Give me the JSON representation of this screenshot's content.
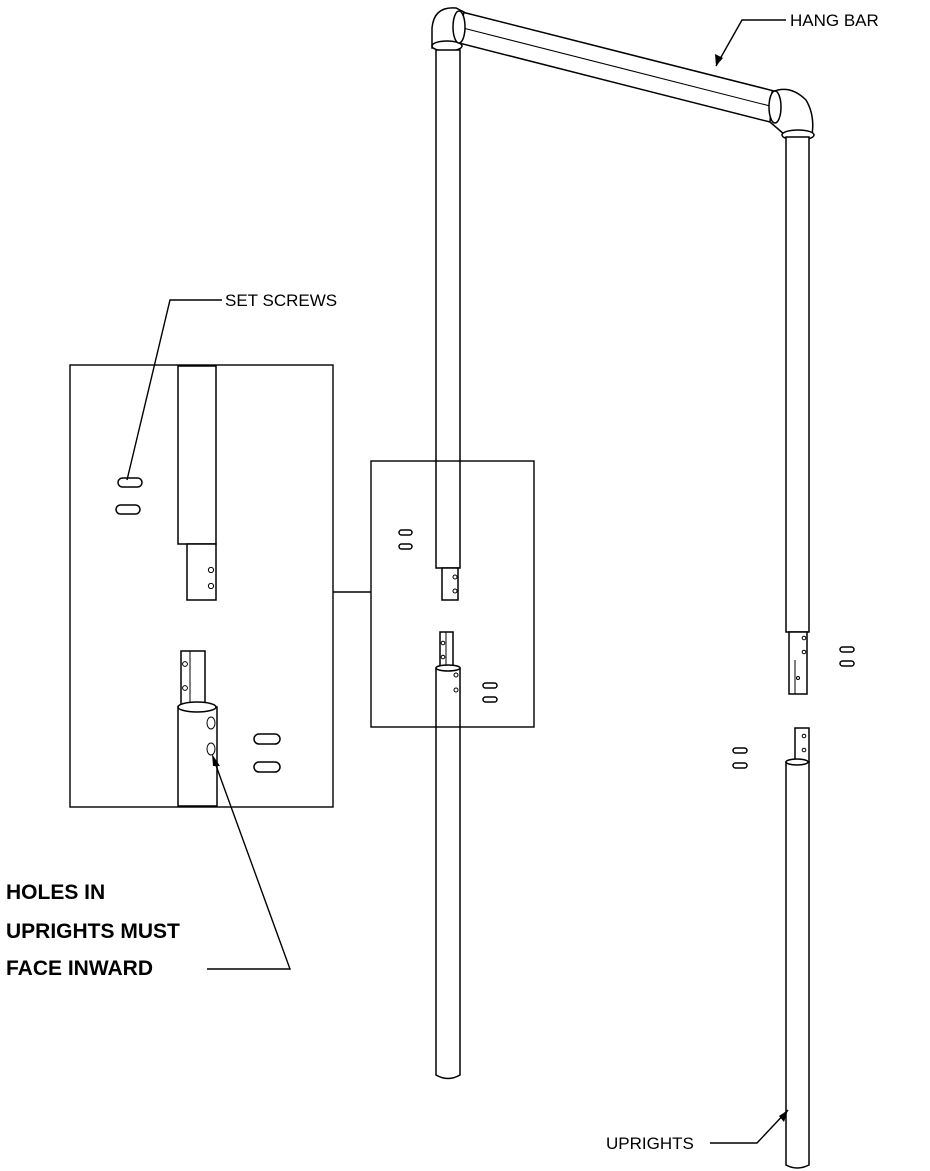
{
  "labels": {
    "hang_bar": "HANG BAR",
    "set_screws": "SET SCREWS",
    "uprights": "UPRIGHTS",
    "warning_line1": "HOLES IN",
    "warning_line2": "UPRIGHTS MUST",
    "warning_line3": "FACE INWARD"
  }
}
